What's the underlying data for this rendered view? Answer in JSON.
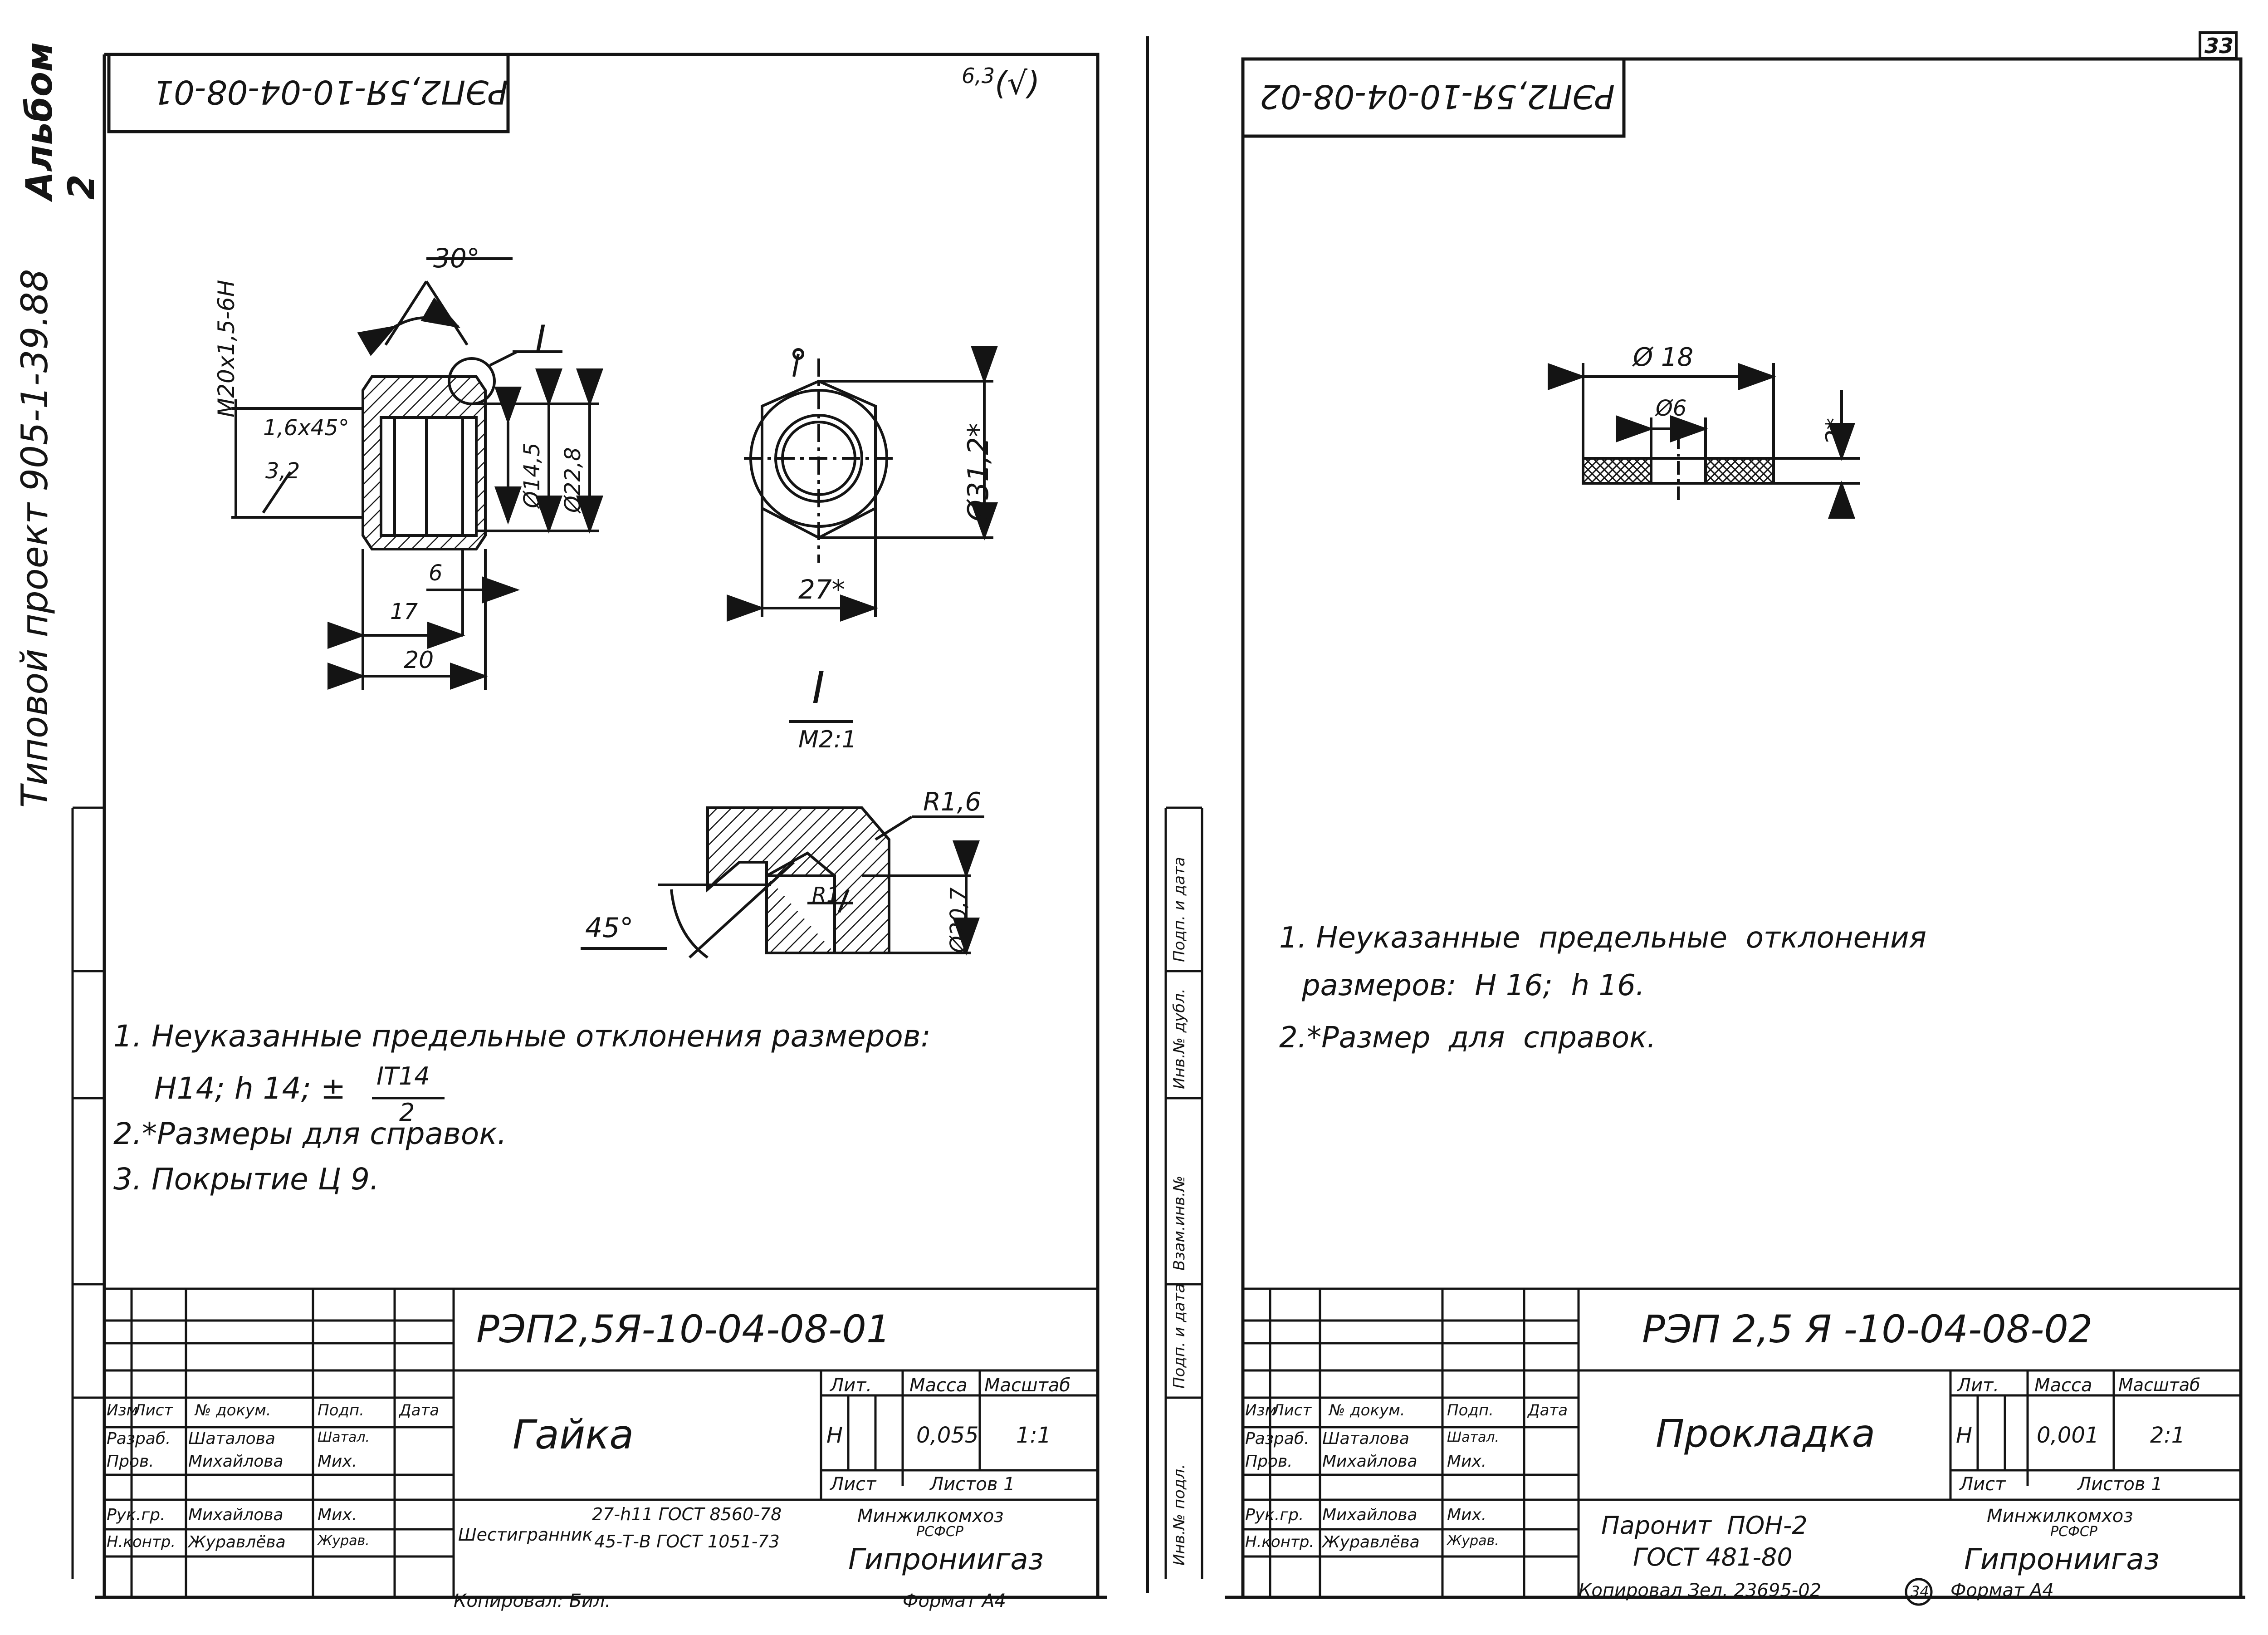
{
  "album": {
    "side_title": "Типовой проект 905-1-39.88",
    "album_label": "Альбом 2",
    "page_number": "33"
  },
  "left_sheet": {
    "mirrored_code": "РЭП2,5Я-10-04-08-01",
    "roughness": "6,3",
    "roughness_rest": "(√)",
    "dims": {
      "thread": "M20x1,5-6H",
      "angle": "30°",
      "chamfer": "1,6x45°",
      "roughness_local": "3,2",
      "d_inner": "Ø14,5",
      "d_outer": "Ø22,8",
      "w6": "6",
      "w17": "17",
      "w20": "20",
      "hex_diam": "Ø31,2*",
      "hex_flat": "27*",
      "detail_mark": "I",
      "detail_scale": "М2:1",
      "r_fillet": "R1,6",
      "r_inner": "R1",
      "d_detail": "Ø20,7",
      "angle_45": "45°"
    },
    "notes": [
      "1. Неуказанные предельные отклонения размеров:",
      "H14; h 14; ±",
      "2.*Размеры для справок.",
      "3. Покрытие Ц 9."
    ],
    "frac_top": "IT14",
    "frac_bottom": "2",
    "title_block": {
      "code": "РЭП2,5Я-10-04-08-01",
      "name": "Гайка",
      "headers": [
        "Изм",
        "Лист",
        "№ докум.",
        "Подп.",
        "Дата"
      ],
      "rows": [
        [
          "Разраб.",
          "Шаталова",
          "Шатал."
        ],
        [
          "Пров.",
          "Михайлова",
          "Мих."
        ],
        [
          "Рук.гр.",
          "Михайлова",
          "Мих."
        ],
        [
          "Н.контр.",
          "Журавлёва",
          "Журав."
        ]
      ],
      "lit": "Лит.",
      "mass": "Масса",
      "scale": "Масштаб",
      "lit_val": "Н",
      "mass_val": "0,055",
      "scale_val": "1:1",
      "sheet": "Лист",
      "sheets": "Листов 1",
      "material_label": "Шестигранник",
      "material_1": "27-h11 ГОСТ 8560-78",
      "material_2": "45-Т-В ГОСТ 1051-73",
      "org_1": "Минжилкомхоз",
      "org_2": "РСФСР",
      "org_3": "Гипрониигаз"
    },
    "copied": "Копировал:",
    "copied_sign": "Бил.",
    "format": "Формат А4"
  },
  "right_sheet": {
    "mirrored_code": "РЭП2,5Я-10-04-08-02",
    "dims": {
      "d18": "Ø 18",
      "d6": "Ø6",
      "thick": "2*"
    },
    "notes": [
      "1. Неуказанные  предельные  отклонения",
      "размеров:  H 16;  h 16.",
      "2.*Размер  для  справок."
    ],
    "title_block": {
      "code": "РЭП 2,5 Я -10-04-08-02",
      "name": "Прокладка",
      "headers": [
        "Изм",
        "Лист",
        "№ докум.",
        "Подп.",
        "Дата"
      ],
      "rows": [
        [
          "Разраб.",
          "Шаталова",
          "Шатал."
        ],
        [
          "Пров.",
          "Михайлова",
          "Мих."
        ],
        [
          "Рук.гр.",
          "Михайлова",
          "Мих."
        ],
        [
          "Н.контр.",
          "Журавлёва",
          "Журав."
        ]
      ],
      "lit": "Лит.",
      "mass": "Масса",
      "scale": "Масштаб",
      "lit_val": "Н",
      "mass_val": "0,001",
      "scale_val": "2:1",
      "sheet": "Лист",
      "sheets": "Листов 1",
      "material_1": "Паронит  ПОН-2",
      "material_2": "ГОСТ 481-80",
      "org_1": "Минжилкомхоз",
      "org_2": "РСФСР",
      "org_3": "Гипрониигаз"
    },
    "side_fields": [
      "Инв.№ подл.",
      "Подп. и дата",
      "Взам.инв.№",
      "Инв.№ дубл.",
      "Подп. и дата"
    ],
    "copied": "Копировал",
    "copied_info": "Зел. 23695-02",
    "sheet_circle": "34",
    "format": "Формат А4"
  },
  "colors": {
    "ink": "#141414",
    "paper": "#ffffff"
  }
}
